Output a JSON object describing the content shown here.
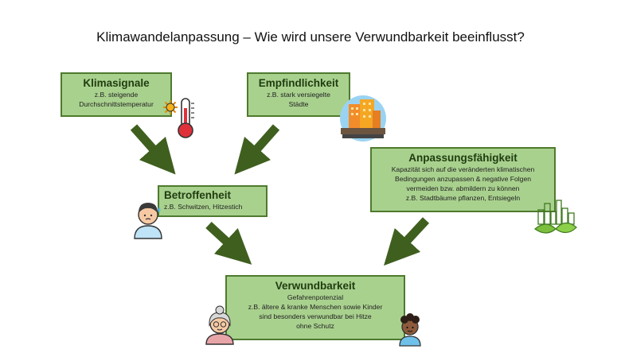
{
  "title": "Klimawandelanpassung – Wie wird unsere Verwundbarkeit beeinflusst?",
  "boxes": {
    "klimasignale": {
      "heading": "Klimasignale",
      "lines": [
        "z.B. steigende",
        "Durchschnittstemperatur"
      ]
    },
    "empfindlichkeit": {
      "heading": "Empfindlichkeit",
      "lines": [
        "z.B. stark versiegelte",
        "Städte"
      ]
    },
    "anpassung": {
      "heading": "Anpassungsfähigkeit",
      "lines": [
        "Kapazität sich auf die veränderten klimatischen",
        "Bedingungen anzupassen & negative Folgen",
        "vermeiden bzw. abmildern zu können",
        "z.B. Stadtbäume pflanzen, Entsiegeln"
      ]
    },
    "betroffenheit": {
      "heading": "Betroffenheit",
      "lines": [
        "z.B. Schwitzen, Hitzestich"
      ]
    },
    "verwundbarkeit": {
      "heading": "Verwundbarkeit",
      "lines": [
        "Gefahrenpotenzial",
        "z.B. ältere & kranke Menschen sowie Kinder",
        "sind besonders verwundbar bei Hitze",
        "ohne Schutz"
      ]
    }
  },
  "colors": {
    "box_fill": "#a9d18e",
    "box_border": "#4e7a2e",
    "arrow": "#3f5f1f"
  },
  "icons": [
    "sun-icon",
    "thermometer-icon",
    "city-buildings-icon",
    "sweating-person-icon",
    "green-city-leaf-icon",
    "elderly-woman-icon",
    "child-icon"
  ]
}
